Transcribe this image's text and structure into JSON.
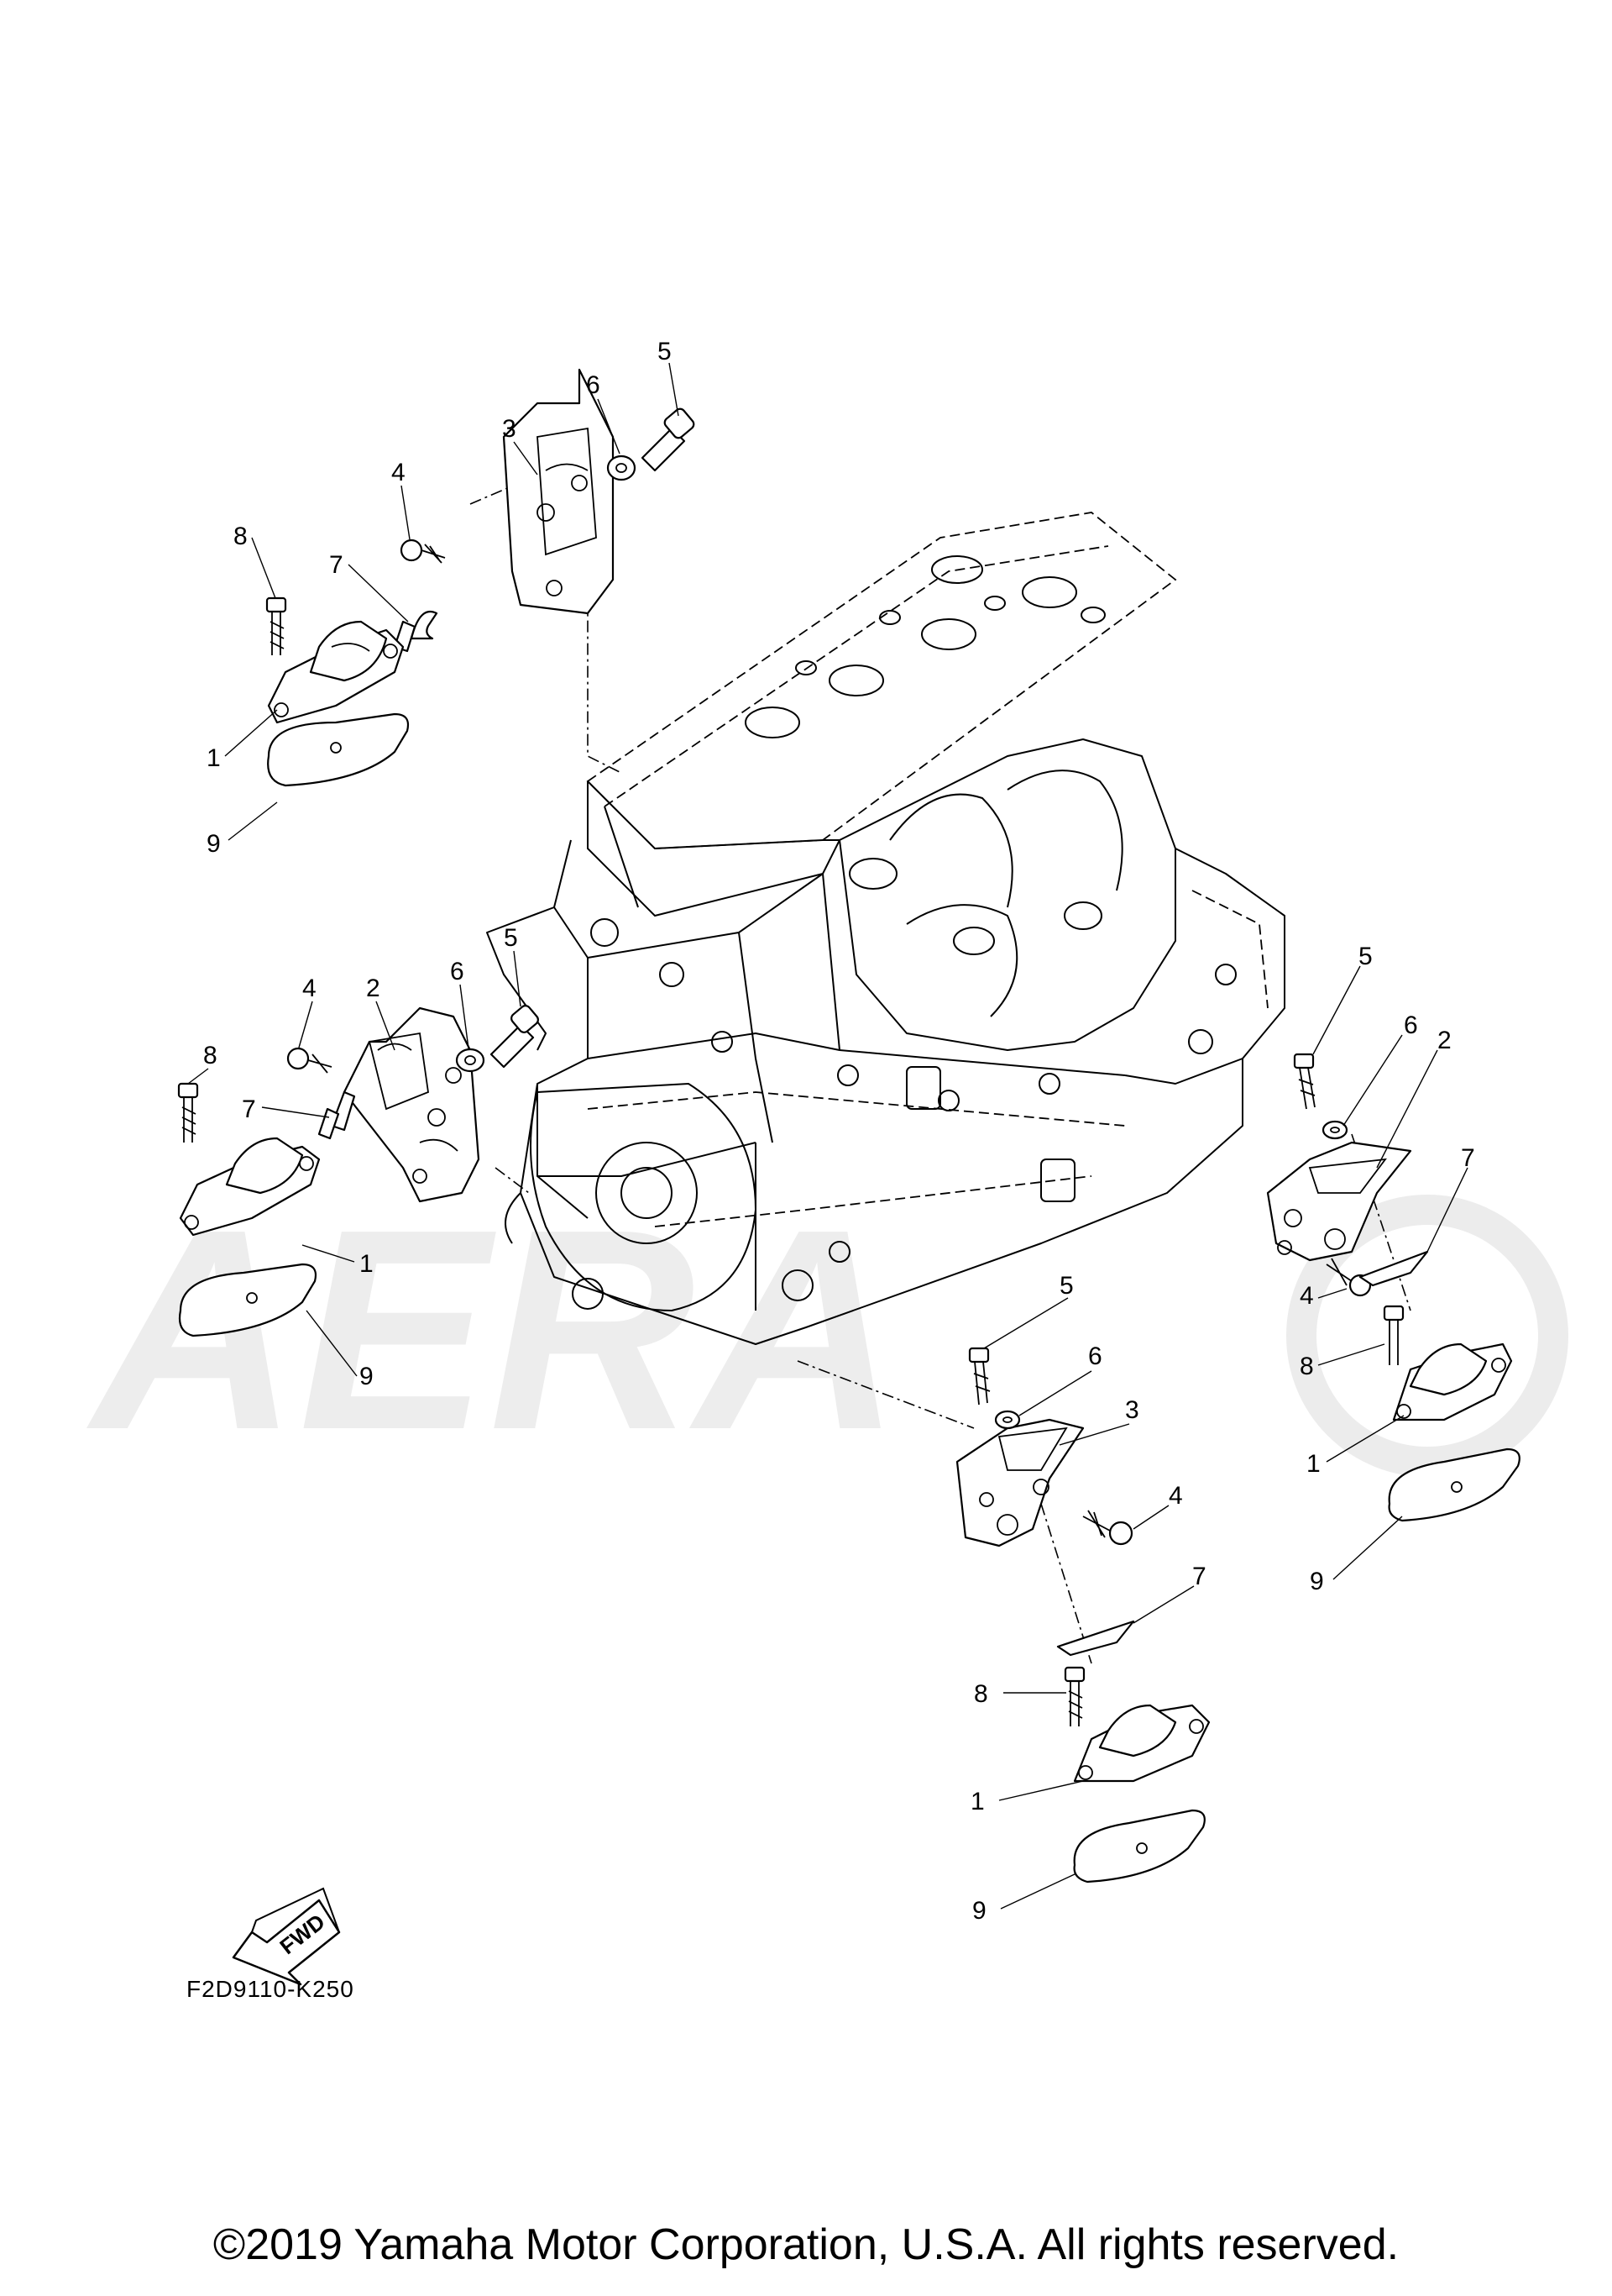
{
  "diagram": {
    "code": "F2D9110-K250",
    "copyright": "©2019 Yamaha Motor Corporation, U.S.A. All rights reserved.",
    "fwd_label": "FWD",
    "watermark": "AERA",
    "callouts": {
      "top_left": [
        "5",
        "6",
        "3",
        "4",
        "8",
        "7",
        "1",
        "9"
      ],
      "mid_left": [
        "5",
        "6",
        "4",
        "2",
        "8",
        "7",
        "1",
        "9"
      ],
      "right": [
        "5",
        "6",
        "2",
        "7",
        "4",
        "8",
        "1",
        "9"
      ],
      "bottom": [
        "5",
        "6",
        "3",
        "4",
        "7",
        "8",
        "1",
        "9"
      ]
    }
  }
}
